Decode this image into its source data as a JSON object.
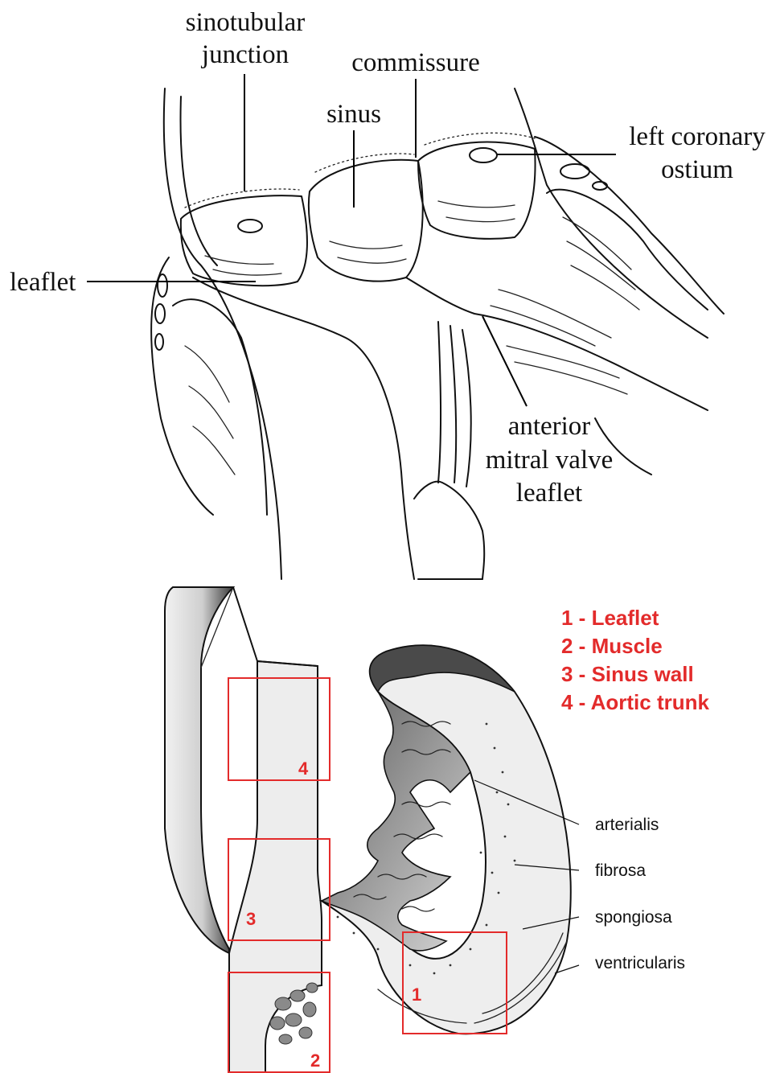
{
  "top_labels": {
    "sinotubular_line1": "sinotubular",
    "sinotubular_line2": "junction",
    "commissure": "commissure",
    "sinus": "sinus",
    "left_coronary_line1": "left coronary",
    "left_coronary_line2": "ostium",
    "leaflet": "leaflet",
    "amvl_line1": "anterior",
    "amvl_line2": "mitral valve",
    "amvl_line3": "leaflet"
  },
  "legend": [
    {
      "text": "1 - Leaflet"
    },
    {
      "text": "2 - Muscle"
    },
    {
      "text": "3 - Sinus wall"
    },
    {
      "text": "4 - Aortic trunk"
    }
  ],
  "layer_labels": {
    "arterialis": "arterialis",
    "fibrosa": "fibrosa",
    "spongiosa": "spongiosa",
    "ventricularis": "ventricularis"
  },
  "region_boxes": [
    {
      "number": "1"
    },
    {
      "number": "2"
    },
    {
      "number": "3"
    },
    {
      "number": "4"
    }
  ],
  "colors": {
    "accent": "#e32b2b",
    "ink": "#111111",
    "tissue_shade": "#d8d8d8",
    "tissue_light": "#eeeeee"
  }
}
